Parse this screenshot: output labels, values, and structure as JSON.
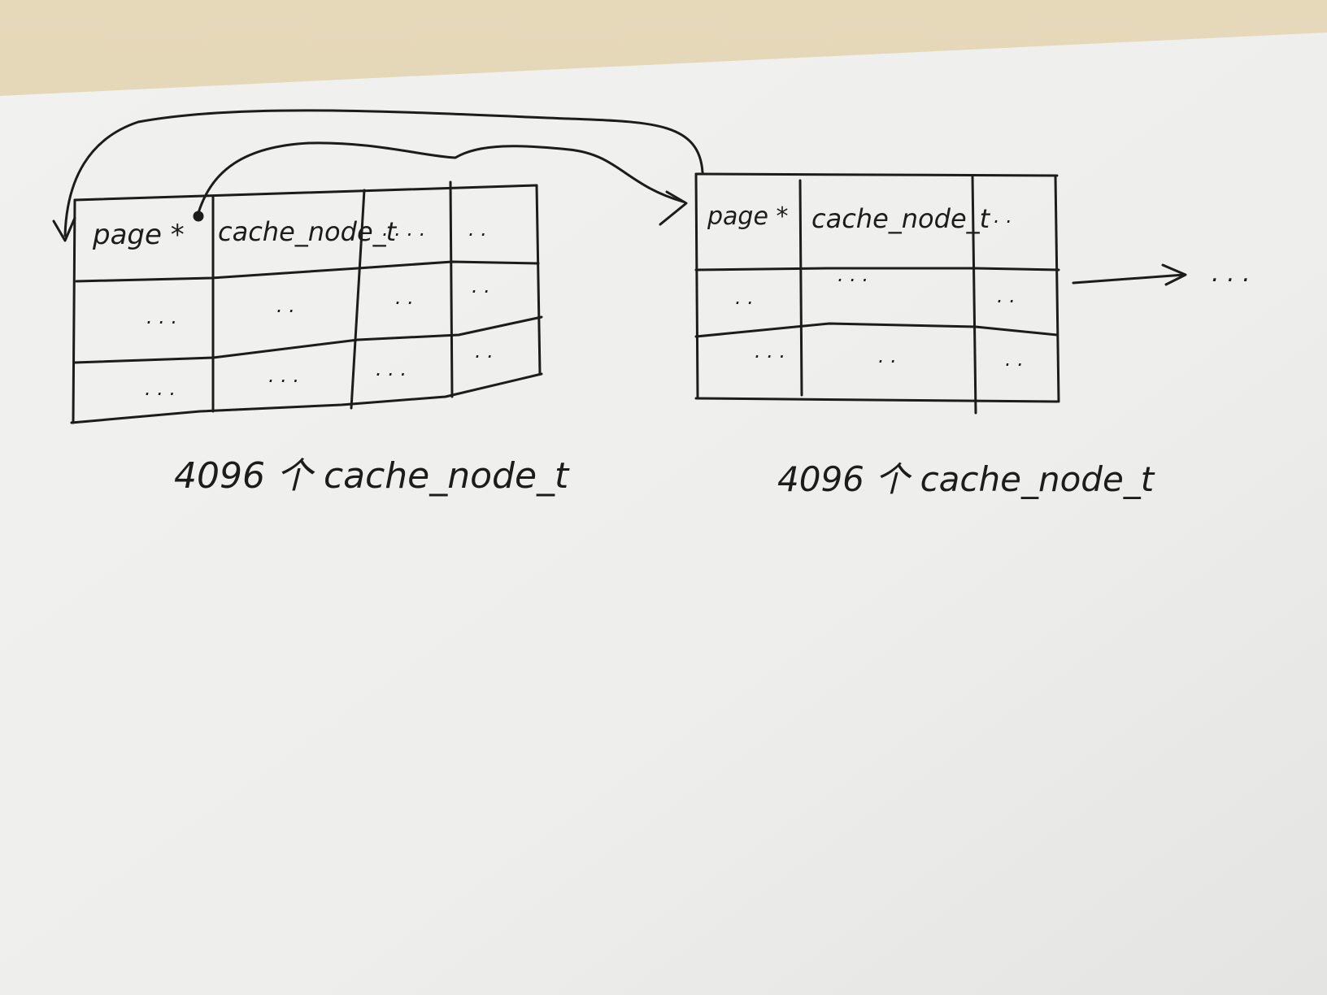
{
  "diagram": {
    "blocks": [
      {
        "id": "block-1",
        "cells": [
          [
            "page *",
            "cache_node_t",
            ". . . .",
            ". ."
          ],
          [
            ". . .",
            ". .",
            ". .",
            ". ."
          ],
          [
            ". . .",
            ". . .",
            ". . .",
            ". ."
          ]
        ],
        "label": "4096 个 cache_node_t"
      },
      {
        "id": "block-2",
        "cells": [
          [
            "page *",
            "cache_node_t",
            ". ."
          ],
          [
            ". .",
            ". . .",
            ". ."
          ],
          [
            ". . .",
            ". .",
            ". ."
          ]
        ],
        "label": "4096 个 cache_node_t"
      }
    ],
    "continuation": ". . ."
  }
}
